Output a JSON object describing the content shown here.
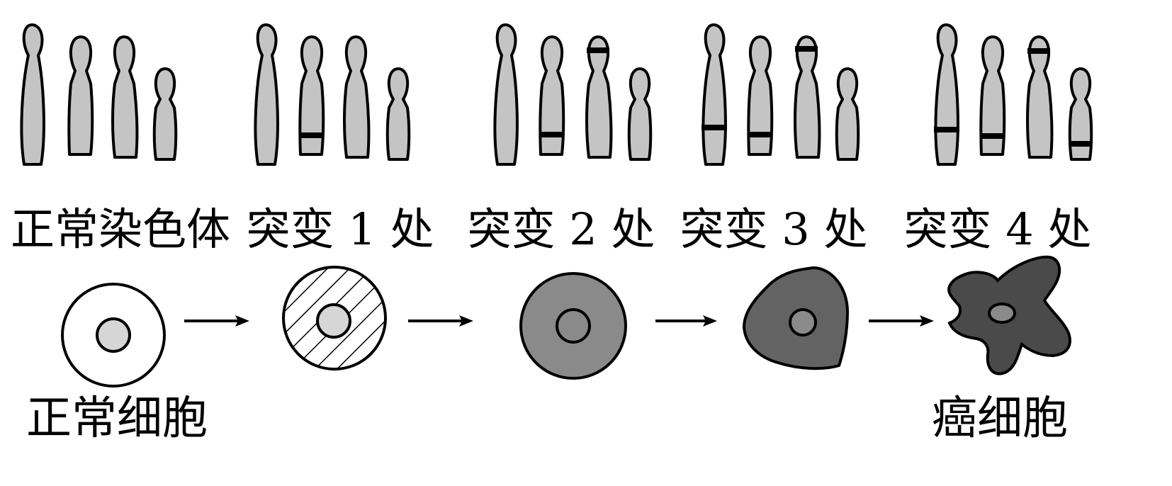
{
  "stages": [
    {
      "chromosome_label": "正常染色体",
      "mutations": 0
    },
    {
      "chromosome_label": "突变 1 处",
      "mutations": 1
    },
    {
      "chromosome_label": "突变 2 处",
      "mutations": 2
    },
    {
      "chromosome_label": "突变 3 处",
      "mutations": 3
    },
    {
      "chromosome_label": "突变 4 处",
      "mutations": 4
    }
  ],
  "cells": {
    "start_label": "正常细胞",
    "end_label": "癌细胞"
  },
  "colors": {
    "chromosome_fill": "#c4c4c4",
    "nucleus_light": "#d6d6d6",
    "cell_normal": "#ffffff",
    "cell_stage3": "#8a8a8a",
    "cell_stage4": "#636363",
    "cell_cancer": "#4a4a4a",
    "outline": "#000000"
  }
}
